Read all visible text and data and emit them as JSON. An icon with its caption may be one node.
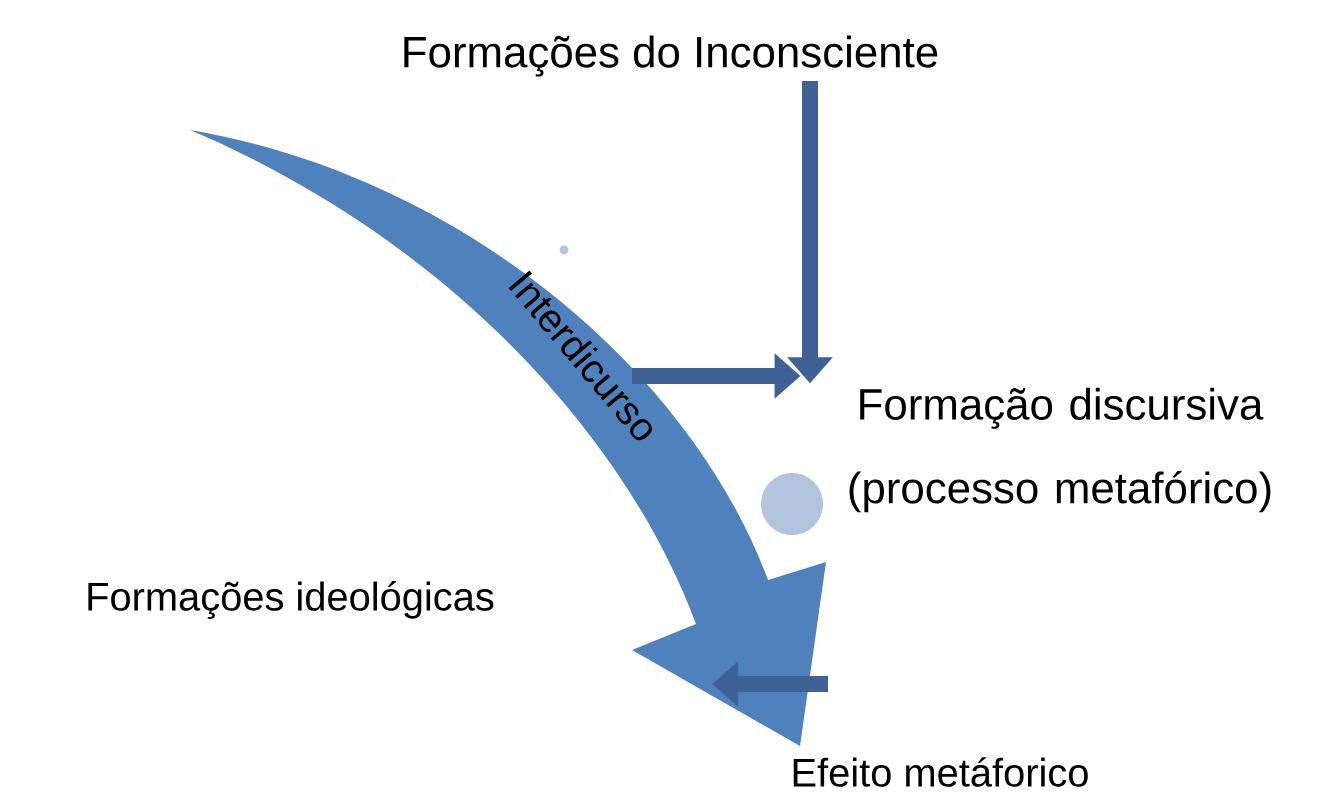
{
  "diagram": {
    "nodes": [
      {
        "text": [
          "Formações do Inconsciente"
        ]
      },
      {
        "text": [
          "Formação discursiva (processo metafórico)"
        ]
      },
      {
        "text": [
          "Efeito metáforico"
        ]
      },
      {
        "text": [
          "Interdicurso"
        ]
      }
    ],
    "edges": [
      {
        "from": 0,
        "to": 1,
        "arrow": "to"
      },
      {
        "from": 3,
        "to": 1,
        "arrow": "to"
      },
      {
        "from": null,
        "to": 3,
        "arrow": "to"
      }
    ],
    "labels": [
      "Formações ideológicas"
    ]
  }
}
